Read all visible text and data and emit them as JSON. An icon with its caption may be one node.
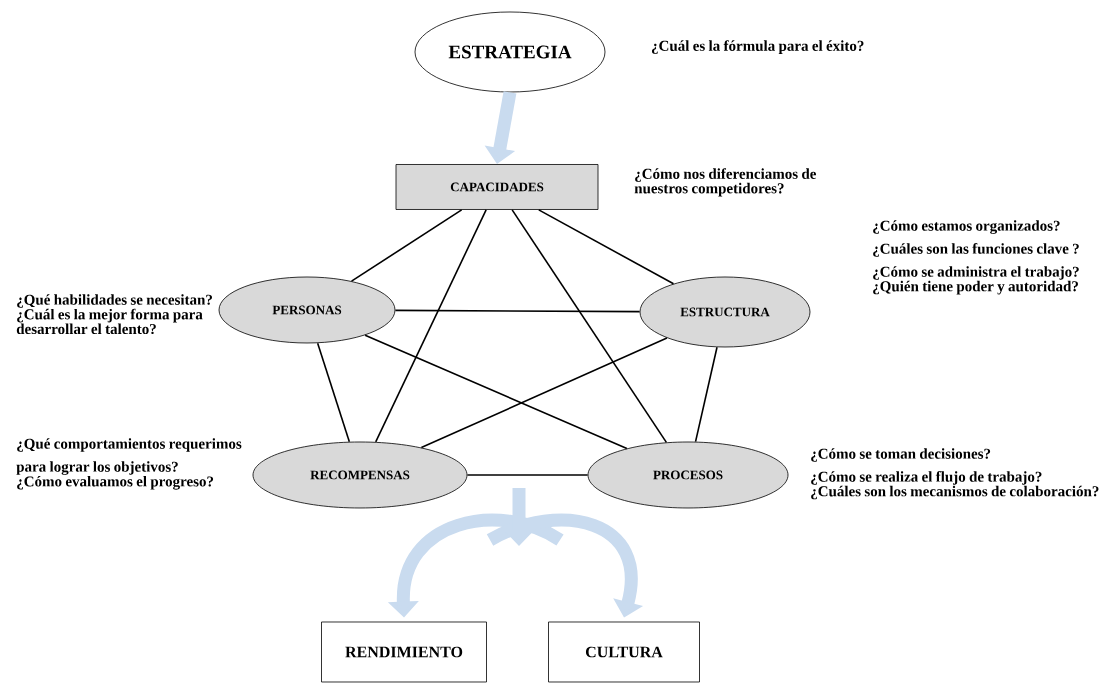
{
  "diagram": {
    "nodes": [
      {
        "text": [
          "ESTRATEGIA"
        ],
        "beside": [
          "¿Cuál es la fórmula para el éxito?"
        ]
      },
      {
        "text": [
          "CAPACIDADES"
        ],
        "beside": [
          "¿Cómo nos diferenciamos de nuestros competidores?"
        ]
      },
      {
        "text": [
          "PERSONAS"
        ],
        "beside": [
          "¿Qué habilidades se necesitan?",
          "¿Cuál es la mejor forma para desarrollar el talento?"
        ]
      },
      {
        "text": [
          "ESTRUCTURA"
        ],
        "beside": [
          "¿Cómo estamos organizados?",
          "¿Cuáles son las funciones clave ?",
          "¿Cómo se administra el trabajo?",
          "¿Quién tiene poder y autoridad?"
        ]
      },
      {
        "text": [
          "RECOMPENSAS"
        ],
        "beside": [
          "¿Qué comportamientos requerimos para lograr los objetivos?",
          "¿Cómo evaluamos el progreso?"
        ]
      },
      {
        "text": [
          "PROCESOS"
        ],
        "beside": [
          "¿Cómo se toman decisiones?",
          "¿Cómo se realiza el flujo de trabajo?",
          "¿Cuáles son los mecanismos de colaboración?"
        ]
      },
      {
        "text": [
          "RENDIMIENTO"
        ]
      },
      {
        "text": [
          "CULTURA"
        ]
      }
    ],
    "edges": [
      {
        "from": 0,
        "to": 1,
        "arrow": "to",
        "style": "thick",
        "color": "#c9dbef"
      },
      {
        "from": 1,
        "to": 2,
        "arrow": "none"
      },
      {
        "from": 1,
        "to": 3,
        "arrow": "none"
      },
      {
        "from": 1,
        "to": 4,
        "arrow": "none"
      },
      {
        "from": 1,
        "to": 5,
        "arrow": "none"
      },
      {
        "from": 2,
        "to": 3,
        "arrow": "none"
      },
      {
        "from": 2,
        "to": 4,
        "arrow": "none"
      },
      {
        "from": 2,
        "to": 5,
        "arrow": "none"
      },
      {
        "from": 3,
        "to": 4,
        "arrow": "none"
      },
      {
        "from": 3,
        "to": 5,
        "arrow": "none"
      },
      {
        "from": 4,
        "to": 5,
        "arrow": "none"
      },
      {
        "from": null,
        "to": 6,
        "arrow": "to",
        "style": "thick",
        "color": "#c9dbef"
      },
      {
        "from": null,
        "to": 7,
        "arrow": "to",
        "style": "thick",
        "color": "#c9dbef"
      }
    ]
  }
}
